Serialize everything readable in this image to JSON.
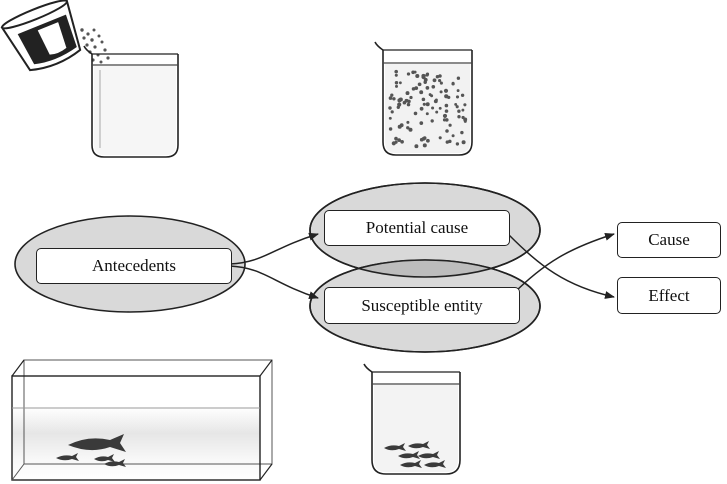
{
  "diagram": {
    "nodes": {
      "antecedents": "Antecedents",
      "potential_cause": "Potential cause",
      "susceptible_entity": "Susceptible entity",
      "cause": "Cause",
      "effect": "Effect"
    },
    "illustrations": {
      "top_left": "beaker-with-pouring-particles-icon",
      "top_right": "beaker-with-suspended-particles-icon",
      "bottom_left": "fish-aquarium-icon",
      "bottom_center": "beaker-with-fish-icon"
    },
    "colors": {
      "ellipse_fill": "#d9d9d9",
      "overlap_fill": "#bdbdbd",
      "stroke": "#222222",
      "particle": "#555555",
      "fish": "#3a3a3a"
    }
  }
}
